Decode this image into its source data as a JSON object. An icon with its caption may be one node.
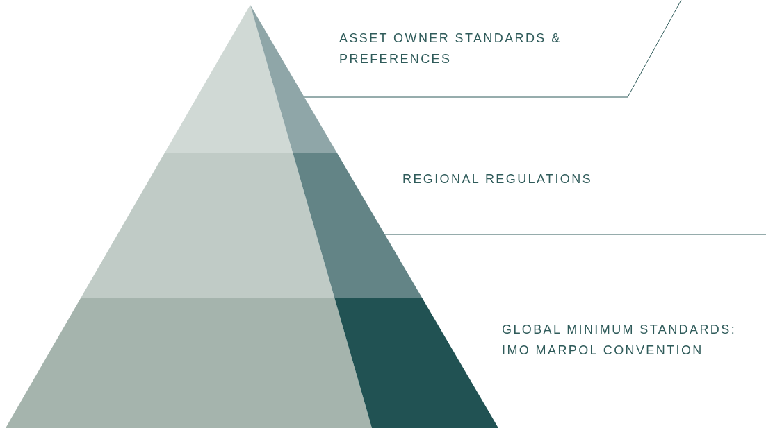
{
  "diagram": {
    "nodes": [
      {
        "text": [
          "ASSET OWNER STANDARDS & PREFERENCES"
        ]
      },
      {
        "text": [
          "REGIONAL REGULATIONS"
        ]
      },
      {
        "text": [
          "GLOBAL MINIMUM STANDARDS: IMO MARPOL CONVENTION"
        ]
      }
    ]
  }
}
